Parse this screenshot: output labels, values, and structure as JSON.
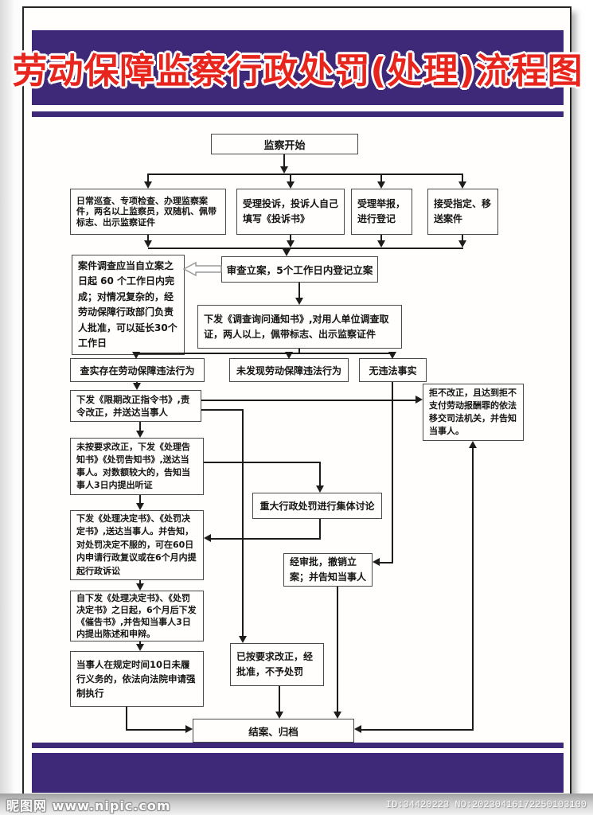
{
  "title": "劳动保障监察行政处罚(处理)流程图",
  "colors": {
    "purple": "#3e2878",
    "title_red": "#e8251d",
    "line": "#1c1c1c"
  },
  "nodes": {
    "start": "监察开始",
    "daily_inspection": "日常巡查、专项检查、办理监察案件，两名以上监察员，双随机、佩带标志、出示监察证件",
    "accept_complaint": "受理投诉，投诉人自己填写《投诉书》",
    "accept_report": "受理举报，进行登记",
    "accept_transfer": "接受指定、移送案件",
    "note_time_limit": "案件调查应当自立案之日起 60 个工作日内完成；对情况复杂的，经劳动保障行政部门负责人批准，可以延长30个工作日",
    "review_filing": "审查立案，5个工作日内登记立案",
    "investigate_notice": "下发《调查询问通知书》,对用人单位调查取证，两人以上，佩带标志、出示监察证件",
    "violation_found": "查实存在劳动保障违法行为",
    "no_violation_found": "未发现劳动保障违法行为",
    "no_illegal_fact": "无违法事实",
    "refuse_correct": "拒不改正，且达到拒不支付劳动报酬罪的依法移交司法机关，并告知当事人。",
    "order_correct": "下发《限期改正指令书》,责令改正，并送达当事人",
    "not_corrected": "未按要求改正，下发《处理告知书》《处罚告知书》,送达当事人。对数额较大的，告知当事人3日内提出听证",
    "major_discussion": "重大行政处罚进行集体讨论",
    "decision": "下发《处理决定书》、《处罚决定书》,送达当事人。并告知，对处罚决定不服的，可在60日内申请行政复议或在6个月内提起行政诉讼",
    "approve_withdraw": "经审批，撤销立案；并告知当事人",
    "urge_notice": "自下发《处理决定书》、《处罚决定书》之日起，6个月后下发《催告书》,并告知当事人3日内提出陈述和申辩。",
    "corrected_no_penalty": "已按要求改正，经批准，不予处罚",
    "enforce": "当事人在规定时间10日未履行义务的，依法向法院申请强制执行",
    "close_case": "结案、归档"
  },
  "watermark": {
    "site_logo": "昵图网",
    "site_url": "www.nipic.com",
    "id_text": "ID:34420223 NO:20230416172250103100"
  }
}
